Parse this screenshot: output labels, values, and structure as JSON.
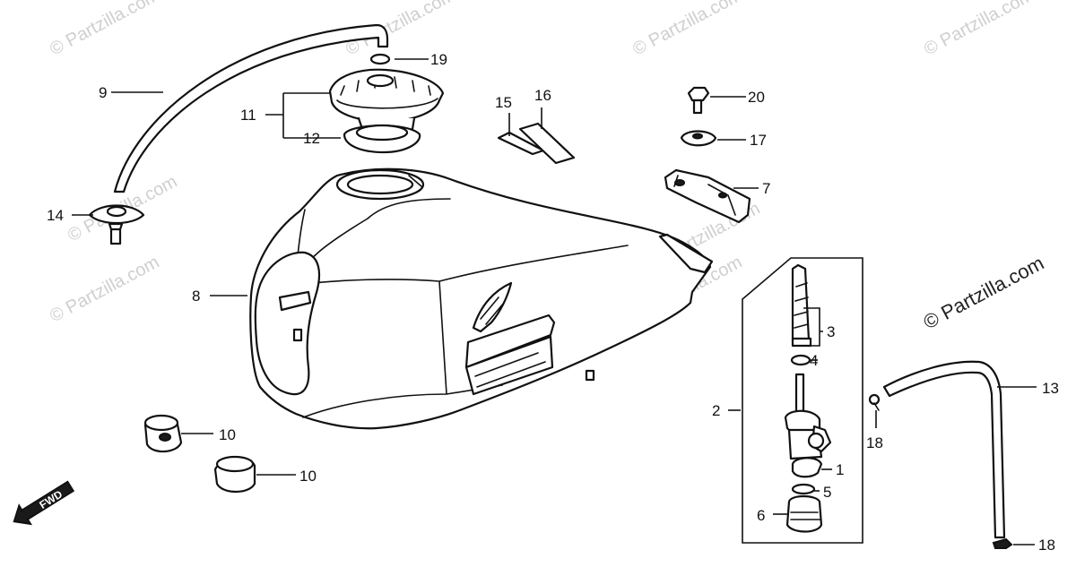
{
  "watermark": {
    "text": "© Partzilla.com",
    "main_text": "© Partzilla.com"
  },
  "direction_marker": {
    "label": "FWD"
  },
  "callouts": [
    {
      "id": "c1",
      "label": "1"
    },
    {
      "id": "c2",
      "label": "2"
    },
    {
      "id": "c3",
      "label": "3"
    },
    {
      "id": "c4",
      "label": "4"
    },
    {
      "id": "c5",
      "label": "5"
    },
    {
      "id": "c6",
      "label": "6"
    },
    {
      "id": "c7",
      "label": "7"
    },
    {
      "id": "c8",
      "label": "8"
    },
    {
      "id": "c9",
      "label": "9"
    },
    {
      "id": "c10a",
      "label": "10"
    },
    {
      "id": "c10b",
      "label": "10"
    },
    {
      "id": "c11",
      "label": "11"
    },
    {
      "id": "c12",
      "label": "12"
    },
    {
      "id": "c13",
      "label": "13"
    },
    {
      "id": "c14",
      "label": "14"
    },
    {
      "id": "c15",
      "label": "15"
    },
    {
      "id": "c16",
      "label": "16"
    },
    {
      "id": "c17",
      "label": "17"
    },
    {
      "id": "c18a",
      "label": "18"
    },
    {
      "id": "c18b",
      "label": "18"
    },
    {
      "id": "c19",
      "label": "19"
    },
    {
      "id": "c20",
      "label": "20"
    }
  ],
  "colors": {
    "line": "#111111",
    "background": "#ffffff",
    "watermark": "#cfcfcf"
  }
}
